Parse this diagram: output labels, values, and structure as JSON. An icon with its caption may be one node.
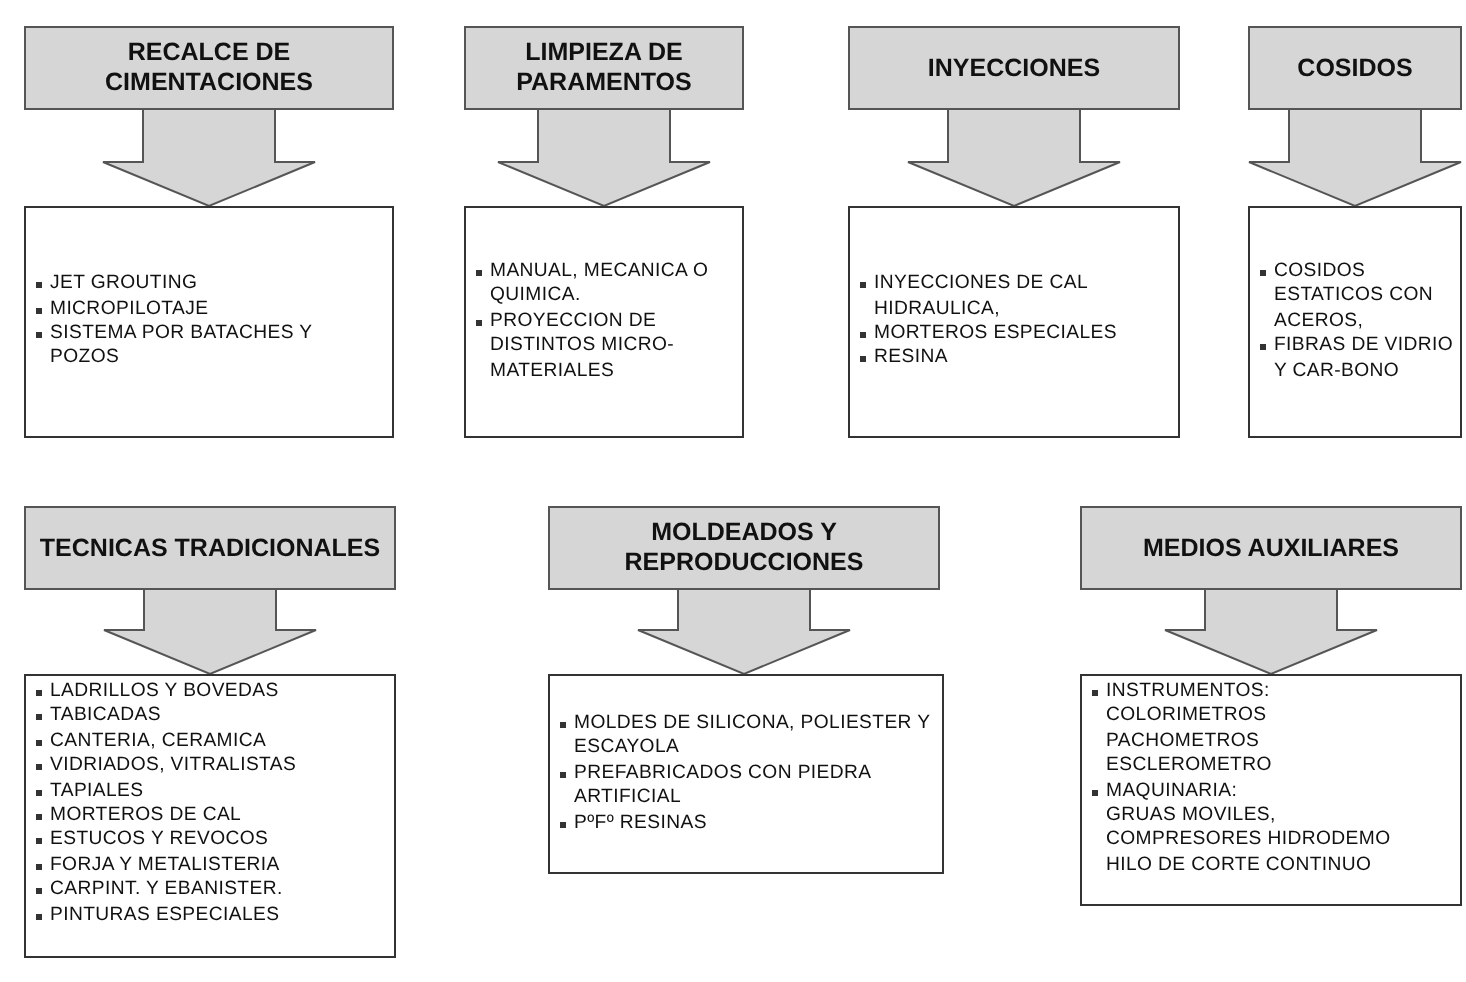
{
  "diagram": {
    "nodes": [
      {
        "text": [
          "RECALCE DE CIMENTACIONES"
        ]
      },
      {
        "text": [
          "LIMPIEZA DE PARAMENTOS"
        ]
      },
      {
        "text": [
          "INYECCIONES"
        ]
      },
      {
        "text": [
          "COSIDOS"
        ]
      },
      {
        "text": [
          "JET GROUTING",
          "MICROPILOTAJE",
          "SISTEMA POR BATACHES Y POZOS"
        ]
      },
      {
        "text": [
          "MANUAL, MECANICA O QUIMICA.",
          "PROYECCION DE DISTINTOS MICRO-MATERIALES"
        ]
      },
      {
        "text": [
          "INYECCIONES DE CAL HIDRAULICA,",
          "MORTEROS ESPECIALES",
          "RESINA"
        ]
      },
      {
        "text": [
          "COSIDOS ESTATICOS CON ACEROS,",
          "FIBRAS DE VIDRIO Y CAR-BONO"
        ]
      },
      {
        "text": [
          "TECNICAS TRADICIONALES"
        ]
      },
      {
        "text": [
          "MOLDEADOS Y REPRODUCCIONES"
        ]
      },
      {
        "text": [
          "MEDIOS AUXILIARES"
        ]
      },
      {
        "text": [
          "LADRILLOS Y BOVEDAS",
          "TABICADAS",
          "CANTERIA, CERAMICA",
          "VIDRIADOS, VITRALISTAS",
          "TAPIALES",
          "MORTEROS DE CAL",
          "ESTUCOS Y REVOCOS",
          "FORJA Y METALISTERIA",
          "CARPINT. Y EBANISTER.",
          "PINTURAS ESPECIALES"
        ]
      },
      {
        "text": [
          "MOLDES DE SILICONA, POLIESTER Y ESCAYOLA",
          "PREFABRICADOS CON PIEDRA ARTIFICIAL",
          "PºFº RESINAS"
        ]
      },
      {
        "text": [
          "INSTRUMENTOS:",
          "COLORIMETROS",
          "PACHOMETROS",
          "ESCLEROMETRO",
          "MAQUINARIA:",
          "GRUAS MOVILES,",
          "COMPRESORES HIDRODEMO",
          "HILO DE CORTE CONTINUO"
        ]
      }
    ],
    "edges": [
      {
        "from": 0,
        "to": 4,
        "arrow": "to"
      },
      {
        "from": 1,
        "to": 5,
        "arrow": "to"
      },
      {
        "from": 2,
        "to": 6,
        "arrow": "to"
      },
      {
        "from": 3,
        "to": 7,
        "arrow": "to"
      },
      {
        "from": 8,
        "to": 11,
        "arrow": "to"
      },
      {
        "from": 9,
        "to": 12,
        "arrow": "to"
      },
      {
        "from": 10,
        "to": 13,
        "arrow": "to"
      }
    ]
  }
}
